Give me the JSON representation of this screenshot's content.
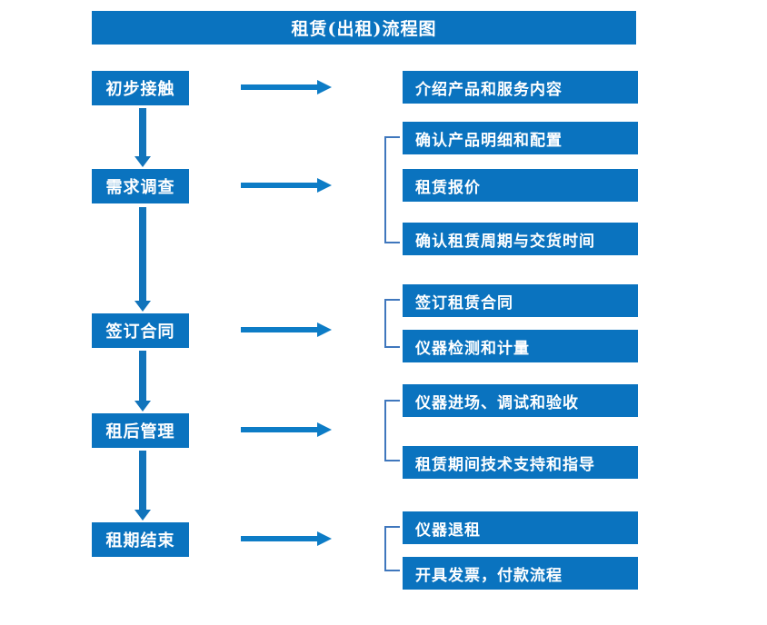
{
  "diagram": {
    "title": "租赁(出租)流程图",
    "accent_color": "#0a73bf",
    "arrow_color": "#0d7cc6",
    "bracket_color": "#3f77bd",
    "text_color": "#ffffff",
    "background_color": "#ffffff"
  },
  "stages": [
    {
      "id": "s1",
      "label": "初步接触"
    },
    {
      "id": "s2",
      "label": "需求调查"
    },
    {
      "id": "s3",
      "label": "签订合同"
    },
    {
      "id": "s4",
      "label": "租后管理"
    },
    {
      "id": "s5",
      "label": "租期结束"
    }
  ],
  "details": [
    {
      "id": "d1",
      "label": "介绍产品和服务内容",
      "stage": "初步接触"
    },
    {
      "id": "d2",
      "label": "确认产品明细和配置",
      "stage": "需求调查"
    },
    {
      "id": "d3",
      "label": "租赁报价",
      "stage": "需求调查"
    },
    {
      "id": "d4",
      "label": "确认租赁周期与交货时间",
      "stage": "需求调查"
    },
    {
      "id": "d5",
      "label": "签订租赁合同",
      "stage": "签订合同"
    },
    {
      "id": "d6",
      "label": "仪器检测和计量",
      "stage": "签订合同"
    },
    {
      "id": "d7",
      "label": "仪器进场、调试和验收",
      "stage": "租后管理"
    },
    {
      "id": "d8",
      "label": "租赁期间技术支持和指导",
      "stage": "租后管理"
    },
    {
      "id": "d9",
      "label": "仪器退租",
      "stage": "租期结束"
    },
    {
      "id": "d10",
      "label": "开具发票，付款流程",
      "stage": "租期结束"
    }
  ],
  "connectors": {
    "horizontal_arrow_icon": "arrow-right-icon",
    "vertical_arrow_icon": "arrow-down-icon",
    "group_bracket_icon": "group-bracket-icon"
  }
}
